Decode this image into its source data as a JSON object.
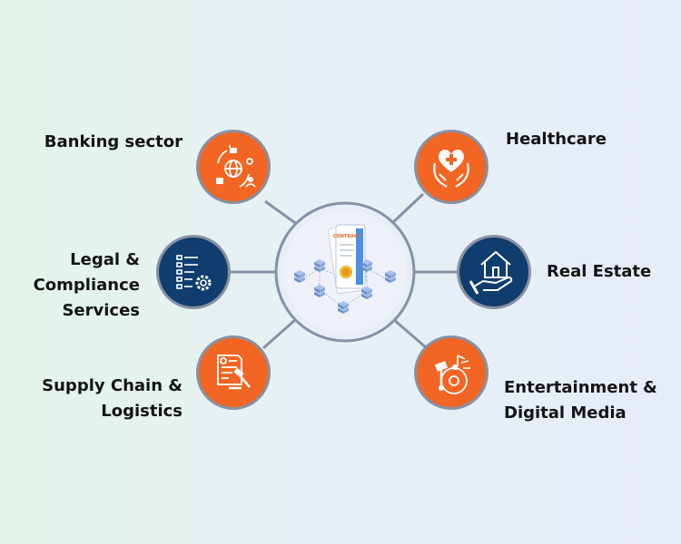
{
  "diagram": {
    "center": {
      "contract_label": "CONTRACT"
    },
    "nodes": [
      {
        "id": "banking",
        "lines": [
          "Banking sector"
        ],
        "icon": "banking-network-icon",
        "color": "#f26522"
      },
      {
        "id": "legal",
        "lines": [
          "Legal &",
          "Compliance",
          "Services"
        ],
        "icon": "checklist-gear-icon",
        "color": "#0f3d6e"
      },
      {
        "id": "supply",
        "lines": [
          "Supply Chain &",
          "Logistics"
        ],
        "icon": "document-gavel-icon",
        "color": "#f26522"
      },
      {
        "id": "healthcare",
        "lines": [
          "Healthcare"
        ],
        "icon": "heart-hands-icon",
        "color": "#f26522"
      },
      {
        "id": "realestate",
        "lines": [
          "Real Estate"
        ],
        "icon": "house-hand-icon",
        "color": "#0f3d6e"
      },
      {
        "id": "entertainment",
        "lines": [
          "Entertainment &",
          "Digital Media"
        ],
        "icon": "media-music-icon",
        "color": "#f26522"
      }
    ]
  }
}
